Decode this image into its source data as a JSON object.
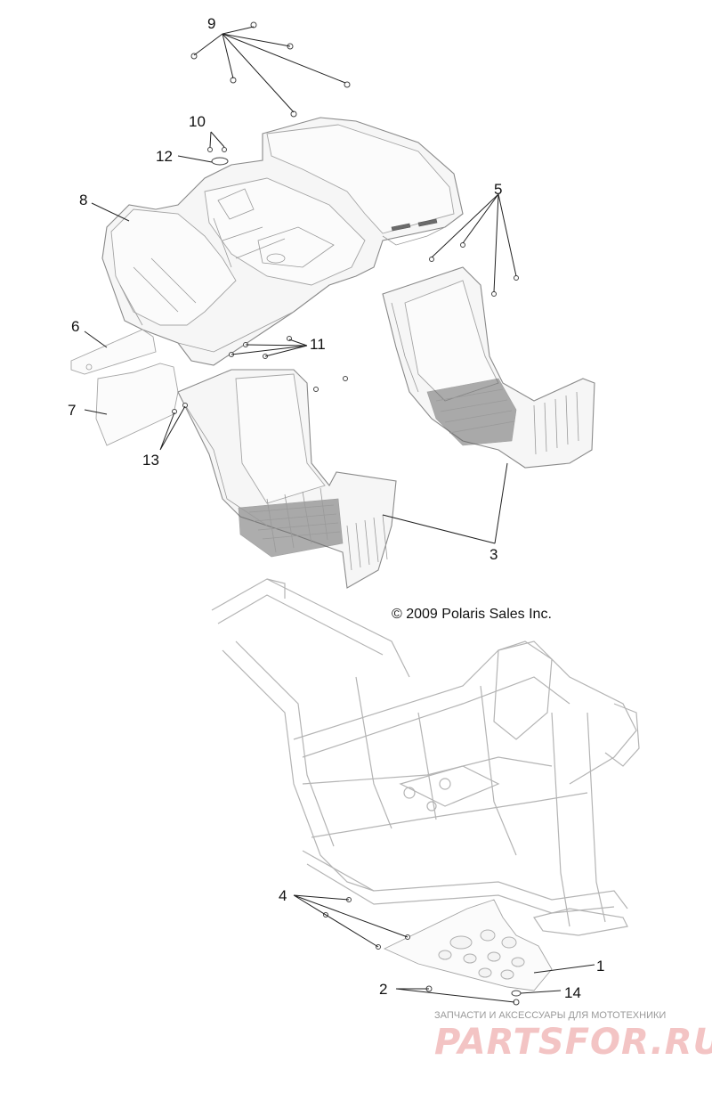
{
  "diagram": {
    "callouts": {
      "c1": "1",
      "c2": "2",
      "c3": "3",
      "c4": "4",
      "c5": "5",
      "c6": "6",
      "c7": "7",
      "c8": "8",
      "c9": "9",
      "c10": "10",
      "c11": "11",
      "c12": "12",
      "c13": "13",
      "c14": "14"
    },
    "copyright": "© 2009 Polaris Sales Inc."
  },
  "watermark": {
    "subtitle": "ЗАПЧАСТИ И АКСЕССУАРЫ ДЛЯ МОТОТЕХНИКИ",
    "logo_text": "PARTSFOR.RU"
  }
}
